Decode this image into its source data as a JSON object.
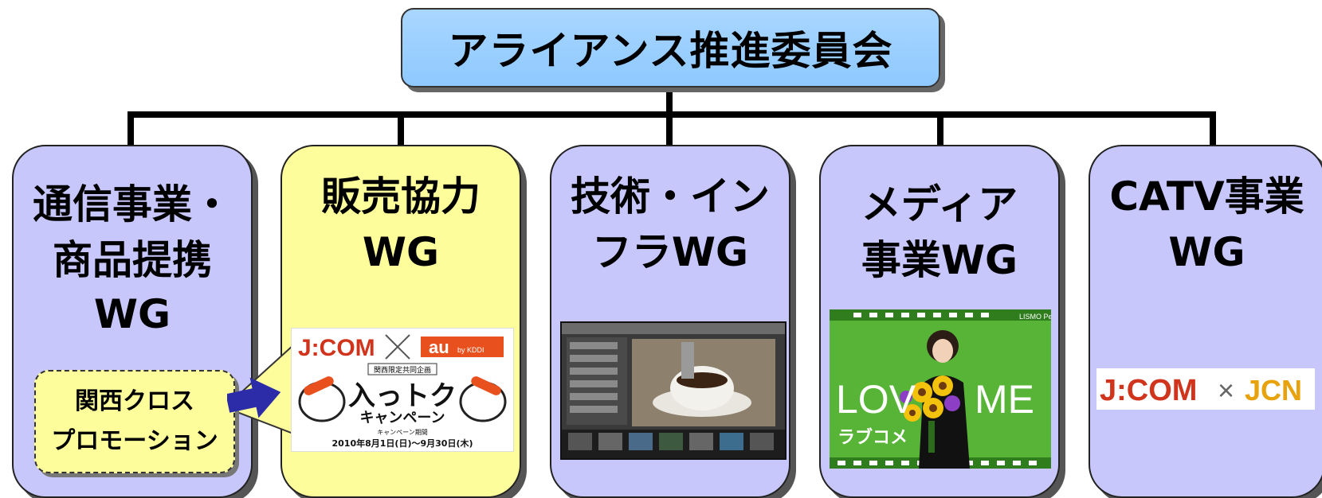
{
  "top_node": {
    "label": "アライアンス推進委員会"
  },
  "working_groups": [
    {
      "lines": [
        "通信事業・",
        "商品提携",
        "WG"
      ]
    },
    {
      "lines": [
        "販売協力",
        "WG"
      ]
    },
    {
      "lines": [
        "技術・イン",
        "フラWG"
      ]
    },
    {
      "lines": [
        "メディア",
        "事業WG"
      ]
    },
    {
      "lines": [
        "CATV事業",
        "WG"
      ]
    }
  ],
  "promo_box": {
    "lines": [
      "関西クロス",
      "プロモーション"
    ]
  },
  "campaign_image": {
    "brand_left": "J:COM",
    "brand_right": "au",
    "brand_right_small": "by KDDI",
    "badge": "関西限定共同企画",
    "headline_1": "入っトク",
    "headline_2": "キャンペーン",
    "period_label": "キャンペーン期間",
    "dates": "2010年8月1日(日)～9月30日(木)"
  },
  "loveme_image": {
    "left_text": "LOV",
    "right_text": "ME",
    "jp_text": "ラブコメ",
    "tag": "LISMO Pet"
  },
  "jcn_image": {
    "left": "J:COM",
    "cross": "×",
    "right": "JCN"
  },
  "colors": {
    "top_node": "#8ec9ff",
    "wg_lavender": "#c7c7fb",
    "wg_yellow": "#fdfd9c",
    "arrow": "#2c2ca8",
    "line": "#000000"
  }
}
